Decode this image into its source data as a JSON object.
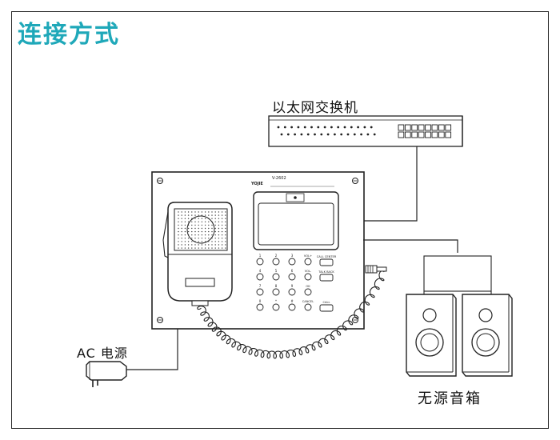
{
  "title": "连接方式",
  "switch": {
    "label": "以太网交换机"
  },
  "power": {
    "label": "AC 电源"
  },
  "speakers": {
    "label": "无源音箱"
  },
  "device": {
    "brand": "YOJIE",
    "model": "V-2602",
    "keys": [
      [
        "1",
        "2",
        "3",
        "VOL+",
        "CALL CENTER"
      ],
      [
        "4",
        "5",
        "6",
        "VOL-",
        "TALK BACK"
      ],
      [
        "7",
        "8",
        "9",
        "OK",
        ""
      ],
      [
        "0",
        "*",
        "#",
        "CANCEL",
        "CALL"
      ]
    ]
  },
  "colors": {
    "title": "#1fa8b9",
    "line": "#222222",
    "frame": "#2a2a2a"
  }
}
